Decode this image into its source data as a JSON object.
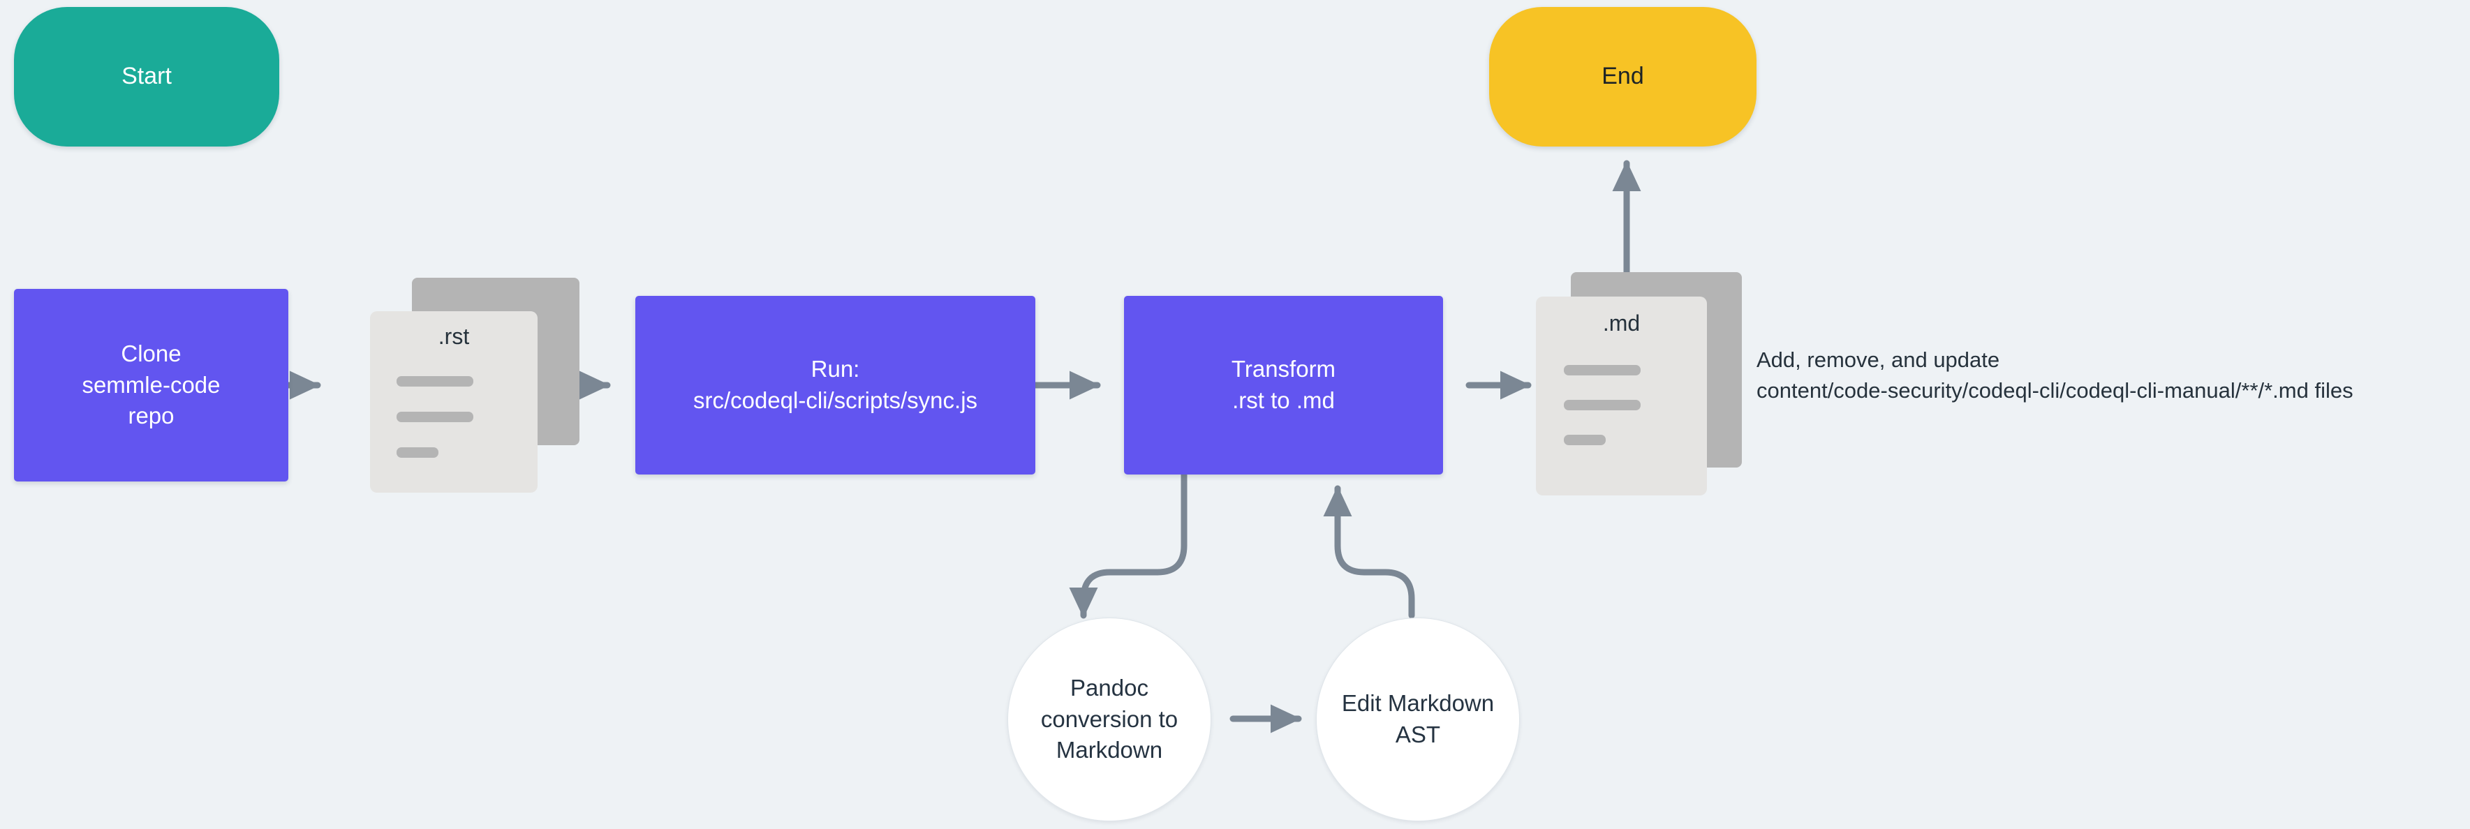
{
  "diagram": {
    "title": "CodeQL CLI manual docs sync flowchart",
    "background_color": "#eef2f5",
    "edge_color": "#7b8794",
    "colors": {
      "start_fill": "#1aab98",
      "end_fill": "#f7c325",
      "process_fill": "#6255f0",
      "process_text": "#ffffff",
      "circle_fill": "#ffffff",
      "circle_text": "#253341",
      "doc_front_fill": "#e5e4e2",
      "doc_back_fill": "#b4b4b4",
      "annotation_text": "#26323c"
    }
  },
  "nodes": {
    "start": {
      "label": "Start",
      "shape": "pill"
    },
    "clone": {
      "line1": "Clone",
      "line2": "semmle-code",
      "line3": "repo",
      "shape": "rectangle"
    },
    "rst_docs": {
      "extension": ".rst",
      "shape": "document-stack"
    },
    "run_script": {
      "line1": "Run:",
      "line2": "src/codeql-cli/scripts/sync.js",
      "shape": "rectangle"
    },
    "transform": {
      "line1": "Transform",
      "line2": ".rst to .md",
      "shape": "rectangle"
    },
    "md_docs": {
      "extension": ".md",
      "shape": "document-stack"
    },
    "end": {
      "label": "End",
      "shape": "pill"
    },
    "pandoc": {
      "line1": "Pandoc",
      "line2": "conversion to",
      "line3": "Markdown",
      "shape": "circle"
    },
    "edit_ast": {
      "line1": "Edit Markdown",
      "line2": "AST",
      "shape": "circle"
    }
  },
  "annotation": {
    "line1": "Add, remove, and update",
    "line2": "content/code-security/codeql-cli/codeql-cli-manual/**/*.md files"
  },
  "edges": [
    {
      "from": "start",
      "to": "clone",
      "direction": "down",
      "style": "straight"
    },
    {
      "from": "clone",
      "to": "rst_docs",
      "direction": "right",
      "style": "straight"
    },
    {
      "from": "rst_docs",
      "to": "run_script",
      "direction": "right",
      "style": "straight"
    },
    {
      "from": "run_script",
      "to": "transform",
      "direction": "right",
      "style": "straight"
    },
    {
      "from": "transform",
      "to": "md_docs",
      "direction": "right",
      "style": "straight"
    },
    {
      "from": "md_docs",
      "to": "end",
      "direction": "up",
      "style": "straight"
    },
    {
      "from": "transform",
      "to": "pandoc",
      "direction": "down",
      "style": "curved"
    },
    {
      "from": "pandoc",
      "to": "edit_ast",
      "direction": "right",
      "style": "straight"
    },
    {
      "from": "edit_ast",
      "to": "transform",
      "direction": "up",
      "style": "curved"
    }
  ]
}
